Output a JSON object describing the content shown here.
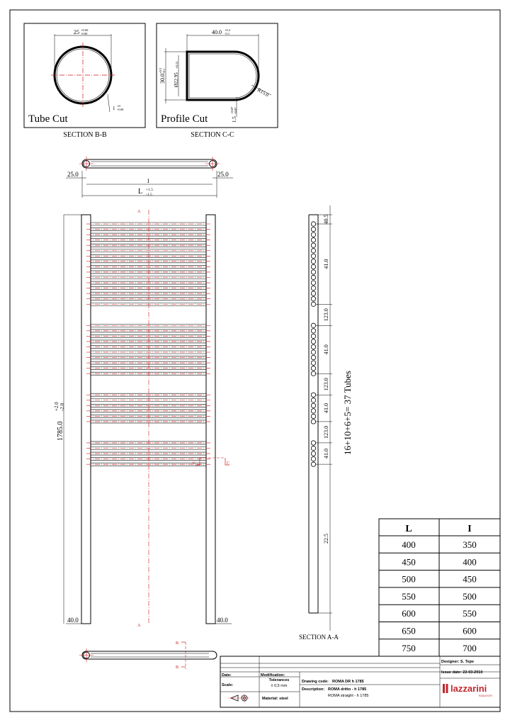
{
  "sections": {
    "tube_cut": {
      "title": "Tube Cut",
      "caption": "SECTION B-B",
      "dim_width": "25",
      "dim_width_tol_upper": "+0.00",
      "dim_width_tol_lower": "-0.00",
      "dim_wall": "1",
      "dim_wall_tol_upper": "+0",
      "dim_wall_tol_lower": "-0.00"
    },
    "profile_cut": {
      "title": "Profile Cut",
      "caption": "SECTION C-C",
      "dim_width": "40.0",
      "dim_width_tol_upper": "+0.2",
      "dim_width_tol_lower": "-0.1",
      "dim_height": "30.0",
      "dim_height_tol_upper": "+0.2",
      "dim_height_tol_lower": "-0.1",
      "dim_inner": "Ø22.95",
      "dim_inner_tol": "+0.15",
      "dim_radius": "R15.0",
      "dim_wall": "1.5",
      "dim_wall_tol_upper": "+0.07",
      "dim_wall_tol_lower": "-0.07"
    }
  },
  "top_view": {
    "left_offset": "25.0",
    "right_offset": "25.0",
    "inner_label": "I",
    "length_label": "L",
    "length_tol_upper": "+1.5",
    "length_tol_lower": "-1.5"
  },
  "front_view": {
    "height": "1785.0",
    "height_tol_upper": "+2.0",
    "height_tol_lower": "-2.0",
    "bottom_left": "40.0",
    "bottom_right": "40.0",
    "marker_a": "A",
    "marker_c": "C",
    "tube_groups": [
      16,
      10,
      6,
      5
    ]
  },
  "side_view": {
    "tube_count_label": "16+10+6+5= 37 Tubes",
    "caption": "SECTION A-A",
    "dims": [
      "40.5",
      "41.0",
      "123.0",
      "41.0",
      "123.0",
      "41.0",
      "123.0",
      "41.0",
      "22.5"
    ]
  },
  "end_view": {
    "marker_b": "B"
  },
  "size_table": {
    "headers": [
      "L",
      "I"
    ],
    "rows": [
      [
        "400",
        "350"
      ],
      [
        "450",
        "400"
      ],
      [
        "500",
        "450"
      ],
      [
        "550",
        "500"
      ],
      [
        "600",
        "550"
      ],
      [
        "650",
        "600"
      ],
      [
        "750",
        "700"
      ]
    ]
  },
  "title_block": {
    "designer": "Designer: S. Tepe",
    "issue_date": "Issue date: 22-03-2010",
    "date_label": "Date:",
    "modification_label": "Modification:",
    "scale_label": "Scale:",
    "tolerances_label": "Tolerances",
    "tolerances_value": "± 0,5 mm",
    "drawing_code_label": "Drawing code:",
    "drawing_code": "ROMA DR h 1785",
    "description_label": "Description:",
    "description": "ROMA dritto - h 1785",
    "description_en": "ROMA straight - h 1785",
    "material": "Material: steel",
    "brand": "lazzarini",
    "brand_sub": "RADIATORI",
    "brand_color": "#c0272d"
  },
  "colors": {
    "line": "#000000",
    "axis": "#d0191c"
  }
}
